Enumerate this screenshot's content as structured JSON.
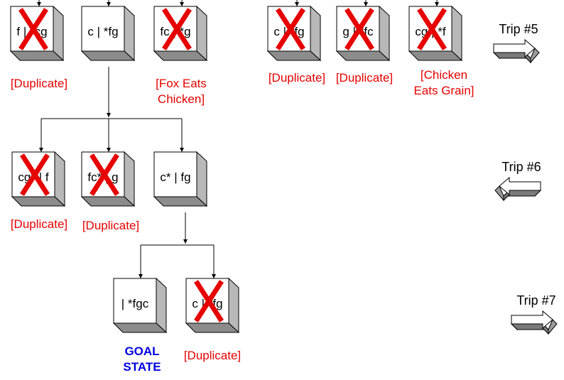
{
  "nodes": [
    {
      "id": "n1",
      "state": "f | *cg",
      "rejected": true
    },
    {
      "id": "n2",
      "state": "c | *fg",
      "rejected": false
    },
    {
      "id": "n3",
      "state": "fc | *g",
      "rejected": true
    },
    {
      "id": "n4",
      "state": "c | *fg",
      "rejected": true
    },
    {
      "id": "n5",
      "state": "g | *fc",
      "rejected": true
    },
    {
      "id": "n6",
      "state": "cg | *f",
      "rejected": true
    },
    {
      "id": "n7",
      "state": "cg* | f",
      "rejected": true
    },
    {
      "id": "n8",
      "state": "fc* | g",
      "rejected": true
    },
    {
      "id": "n9",
      "state": "c* | fg",
      "rejected": false
    },
    {
      "id": "n10",
      "state": "| *fgc",
      "rejected": false
    },
    {
      "id": "n11",
      "state": "c | *fg",
      "rejected": true
    }
  ],
  "labels": {
    "l1": "[Duplicate]",
    "l3a": "[Fox Eats",
    "l3b": "Chicken]",
    "l4": "[Duplicate]",
    "l5": "[Duplicate]",
    "l6a": "[Chicken",
    "l6b": "Eats Grain]",
    "l7": "[Duplicate]",
    "l8": "[Duplicate]",
    "l10a": "GOAL",
    "l10b": "STATE",
    "l11": "[Duplicate]"
  },
  "trips": [
    {
      "label": "Trip #5",
      "direction": "right"
    },
    {
      "label": "Trip #6",
      "direction": "left"
    },
    {
      "label": "Trip #7",
      "direction": "right"
    }
  ],
  "colors": {
    "reject_mark": "#e60000",
    "reject_label": "#e60000",
    "goal_label": "#0000e0",
    "box_face": "#ffffff",
    "box_side": "#b8b8b8",
    "box_bottom": "#8c8c8c"
  }
}
